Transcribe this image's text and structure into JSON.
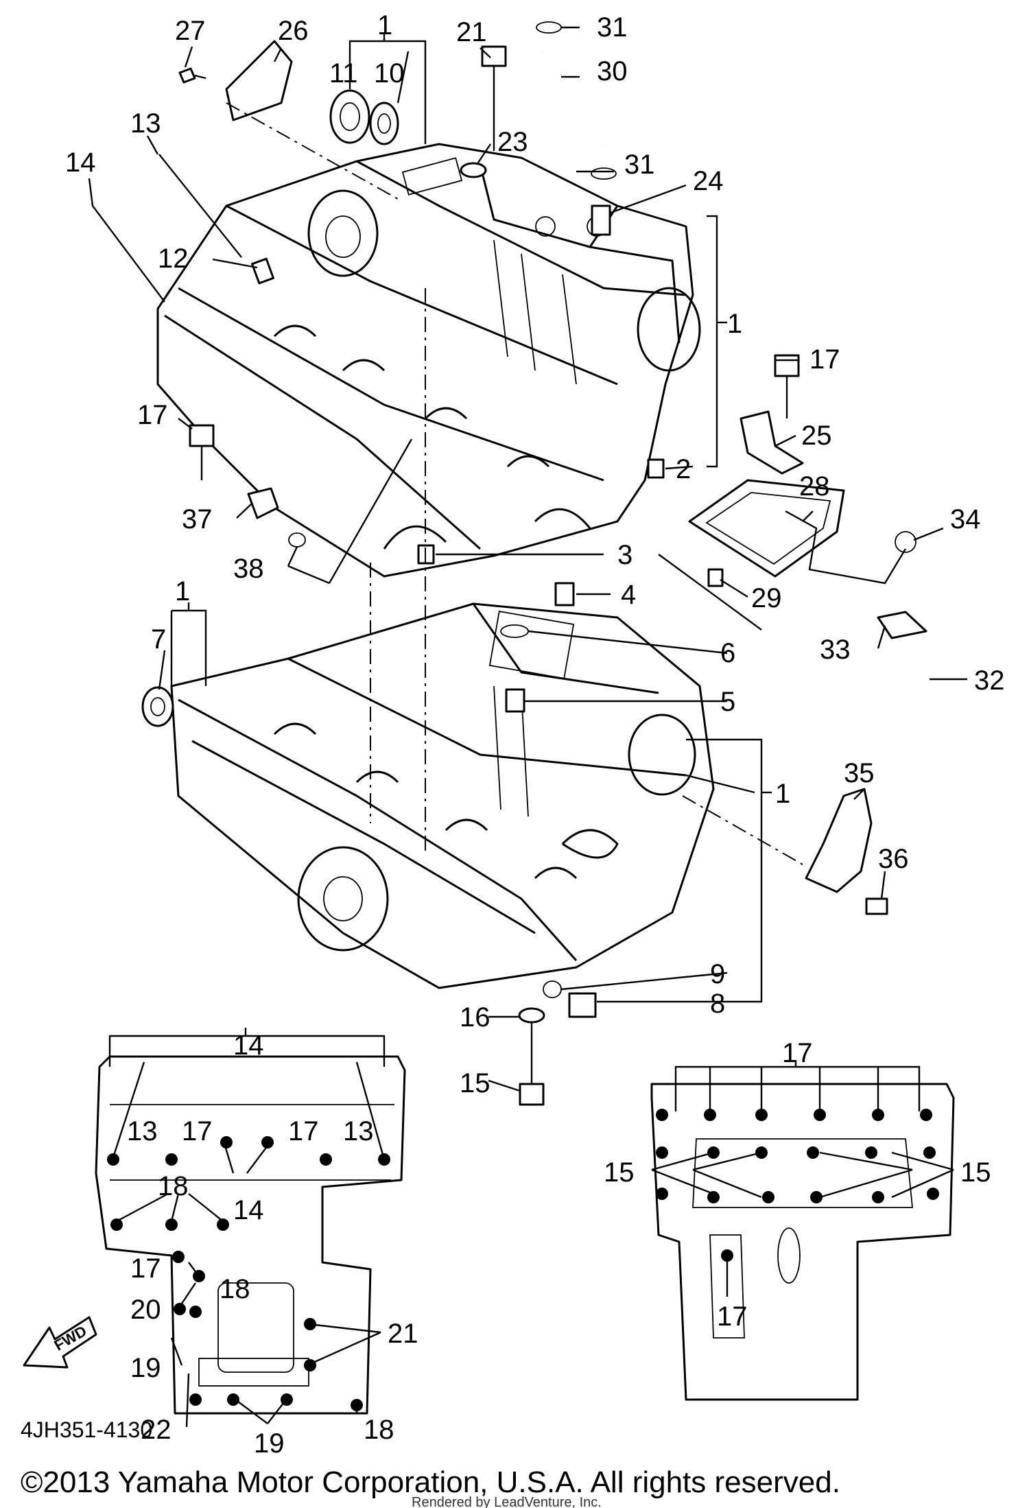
{
  "diagram": {
    "ref_code": "4JH351-4130",
    "copyright": "©2013 Yamaha Motor Corporation, U.S.A. All rights reserved.",
    "rendered_by": "Rendered by LeadVenture, Inc.",
    "fwd_label": "FWD",
    "callouts": {
      "c1a": "1",
      "c10": "10",
      "c11": "11",
      "c26": "26",
      "c27": "27",
      "c21a": "21",
      "c31a": "31",
      "c30": "30",
      "c31b": "31",
      "c23": "23",
      "c24": "24",
      "c13a": "13",
      "c14a": "14",
      "c12": "12",
      "c1b": "1",
      "c17a": "17",
      "c17b": "17",
      "c25": "25",
      "c2": "2",
      "c28": "28",
      "c34": "34",
      "c37": "37",
      "c3": "3",
      "c38": "38",
      "c29": "29",
      "c4": "4",
      "c1c": "1",
      "c7": "7",
      "c6": "6",
      "c33": "33",
      "c32": "32",
      "c5": "5",
      "c1d": "1",
      "c35": "35",
      "c36": "36",
      "c9": "9",
      "c8": "8",
      "c16": "16",
      "c15a": "15",
      "c14b": "14",
      "c13b": "13",
      "c17c": "17",
      "c17d": "17",
      "c13c": "13",
      "c18a": "18",
      "c14c": "14",
      "c17e": "17",
      "c18b": "18",
      "c20": "20",
      "c19a": "19",
      "c21b": "21",
      "c22": "22",
      "c19b": "19",
      "c18c": "18",
      "c17f": "17",
      "c15b": "15",
      "c15c": "15",
      "c17g": "17"
    }
  }
}
